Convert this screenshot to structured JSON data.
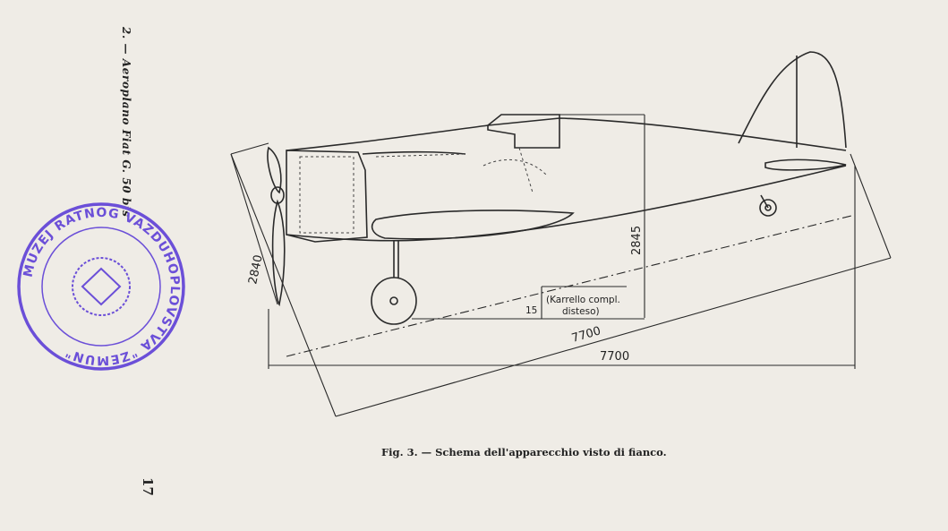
{
  "document": {
    "running_header": "2. — Aeroplano Fiat G. 50 bis",
    "page_number": "17",
    "caption": "Fig. 3. — Schema dell'apparecchio visto di fianco."
  },
  "drawing": {
    "dimensions": {
      "height_wings": "2840",
      "height_fuselage": "2845",
      "length_upper": "7700",
      "length_lower": "7700",
      "angle": "15",
      "gear_note_line1": "(Karrello compl.",
      "gear_note_line2": "disteso)"
    }
  },
  "stamp": {
    "text": "MUZEJ RATNOG VAZDUHOPLOVSTVA \"ZEMUN\"",
    "color": "#6b4fd8"
  }
}
